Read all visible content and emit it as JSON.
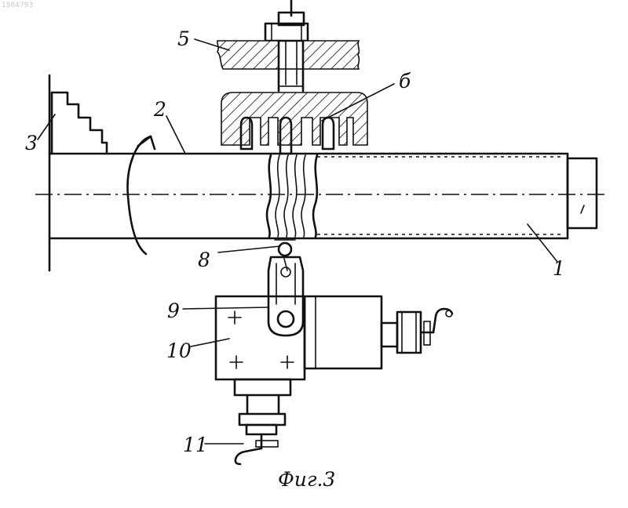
{
  "stamp": "1584793",
  "labels": {
    "part1": "1",
    "part2": "2",
    "part3": "3",
    "part5": "5",
    "part6": "б",
    "part8": "8",
    "part9": "9",
    "part10": "10",
    "part11": "11"
  },
  "caption": "Фиг.3"
}
